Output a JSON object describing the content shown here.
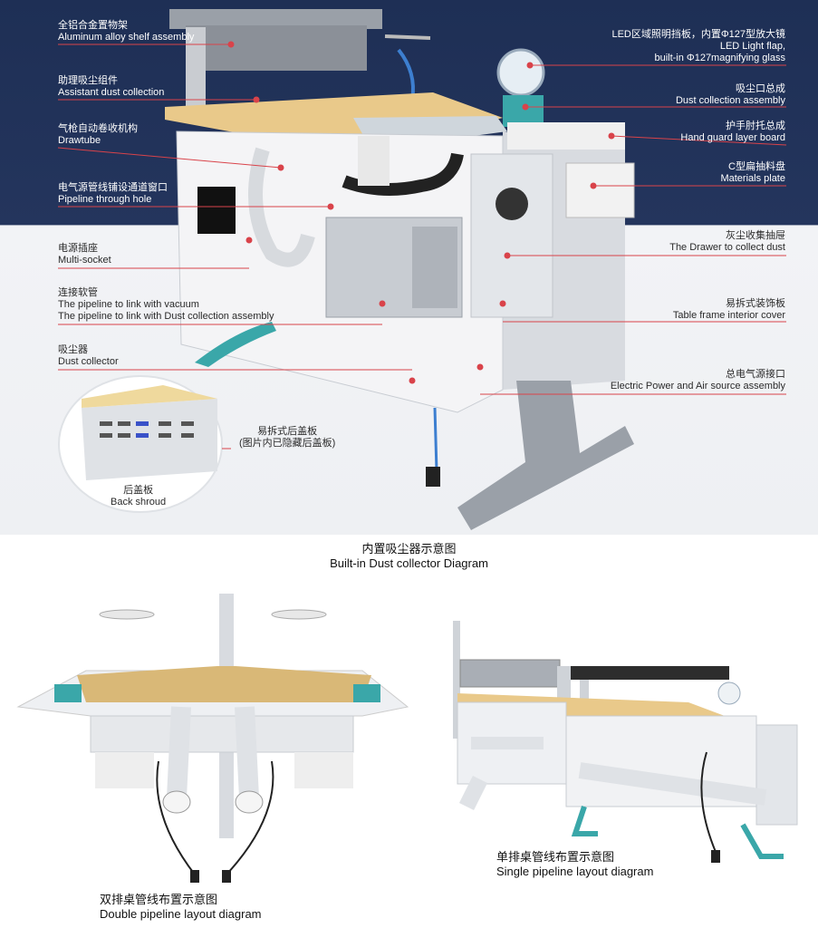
{
  "labels_left": [
    {
      "id": "shelf",
      "zh": "全铝合金置物架",
      "en": "Aluminum alloy shelf assembly"
    },
    {
      "id": "assist",
      "zh": "助理吸尘组件",
      "en": "Assistant dust collection"
    },
    {
      "id": "drawtube",
      "zh": "气枪自动卷收机构",
      "en": "Drawtube"
    },
    {
      "id": "pipehole",
      "zh": "电气源管线铺设通道窗口",
      "en": "Pipeline through hole"
    },
    {
      "id": "socket",
      "zh": "电源插座",
      "en": "Multi-socket"
    },
    {
      "id": "hose",
      "zh": "连接软管",
      "en": "The pipeline to link with vacuum",
      "en2": "The pipeline to link with Dust collection assembly"
    },
    {
      "id": "collector",
      "zh": "吸尘器",
      "en": "Dust collector"
    }
  ],
  "labels_right": [
    {
      "id": "led",
      "zh": "LED区域照明挡板，内置Φ127型放大镜",
      "en": "LED Light flap,",
      "en2": "built-in Φ127magnifying glass"
    },
    {
      "id": "dustasm",
      "zh": "吸尘口总成",
      "en": "Dust collection assembly"
    },
    {
      "id": "guard",
      "zh": "护手肘托总成",
      "en": "Hand guard layer board"
    },
    {
      "id": "plate",
      "zh": "C型扁抽料盘",
      "en": "Materials plate"
    },
    {
      "id": "drawer",
      "zh": "灰尘收集抽屉",
      "en": "The Drawer to collect dust"
    },
    {
      "id": "cover",
      "zh": "易拆式装饰板",
      "en": "Table frame interior cover"
    },
    {
      "id": "power",
      "zh": "总电气源接口",
      "en": "Electric Power and Air source assembly"
    }
  ],
  "inset": {
    "zh": "易拆式后盖板",
    "zh2": "(图片内已隐藏后盖板)",
    "back_zh": "后盖板",
    "back_en": "Back shroud"
  },
  "captions": {
    "main_zh": "内置吸尘器示意图",
    "main_en": "Built-in Dust collector Diagram",
    "double_zh": "双排桌管线布置示意图",
    "double_en": "Double pipeline layout diagram",
    "single_zh": "单排桌管线布置示意图",
    "single_en": "Single pipeline layout diagram"
  },
  "colors": {
    "accent_red": "#d9434a",
    "navy": "#1e2f55",
    "teal": "#3aa7a9",
    "wood": "#e9c98a"
  }
}
